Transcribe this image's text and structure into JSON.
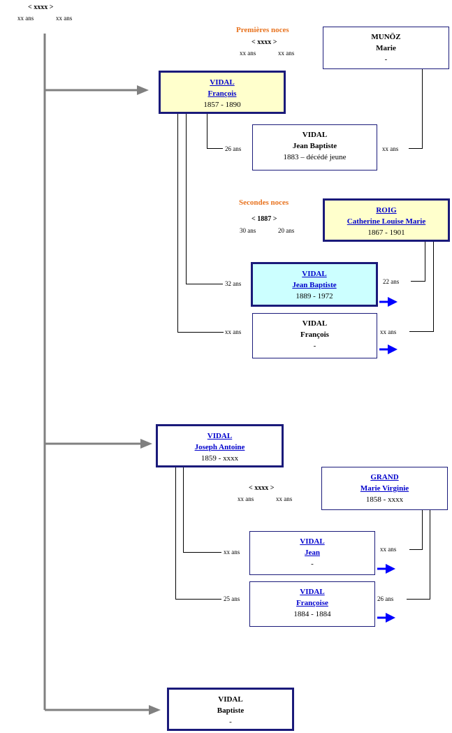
{
  "root": {
    "date": "< xxxx >",
    "age_left": "xx ans",
    "age_right": "xx ans"
  },
  "union1": {
    "title": "Premières noces",
    "date": "< xxxx >",
    "age_left": "xx ans",
    "age_right": "xx ans"
  },
  "union2": {
    "title": "Secondes noces",
    "date": "< 1887 >",
    "age_left": "30 ans",
    "age_right": "20 ans"
  },
  "union3": {
    "date": "< xxxx >",
    "age_left": "xx ans",
    "age_right": "xx ans"
  },
  "persons": {
    "munoz_marie": {
      "surname": "MUNÖZ",
      "given": "Marie",
      "dates": "-"
    },
    "vidal_francois": {
      "surname": "VIDAL",
      "given": "François",
      "dates": "1857 - 1890"
    },
    "vidal_jb_1883": {
      "surname": "VIDAL",
      "given": "Jean Baptiste",
      "dates": "1883 – décédé jeune"
    },
    "roig_catherine": {
      "surname": "ROIG",
      "given": "Catherine Louise Marie",
      "dates": "1867 - 1901"
    },
    "vidal_jb_1889": {
      "surname": "VIDAL",
      "given": "Jean Baptiste",
      "dates": "1889 - 1972"
    },
    "vidal_francois_jr": {
      "surname": "VIDAL",
      "given": "François",
      "dates": "-"
    },
    "vidal_joseph_antoine": {
      "surname": "VIDAL",
      "given": "Joseph Antoine",
      "dates": "1859 - xxxx"
    },
    "grand_marie_virginie": {
      "surname": "GRAND",
      "given": "Marie Virginie",
      "dates": "1858 - xxxx"
    },
    "vidal_jean": {
      "surname": "VIDAL",
      "given": "Jean",
      "dates": "-"
    },
    "vidal_francoise": {
      "surname": "VIDAL",
      "given": "Françoise",
      "dates": "1884 - 1884"
    },
    "vidal_baptiste": {
      "surname": "VIDAL",
      "given": "Baptiste",
      "dates": "-"
    }
  },
  "ages": {
    "jb1883_father": "26 ans",
    "jb1883_mother": "xx ans",
    "jb1889_father": "32 ans",
    "jb1889_mother": "22 ans",
    "fr_father": "xx ans",
    "fr_mother": "xx ans",
    "jean_father": "xx ans",
    "jean_mother": "xx ans",
    "francoise_father": "25 ans",
    "francoise_mother": "26 ans"
  },
  "colors": {
    "box_border": "#1a1a7a",
    "highlight_yellow": "#ffffcc",
    "highlight_cyan": "#ccffff",
    "link": "#0000cc",
    "noces_label": "#e8731f",
    "trunk_gray": "#808080",
    "arrow_blue": "#0000ff"
  }
}
